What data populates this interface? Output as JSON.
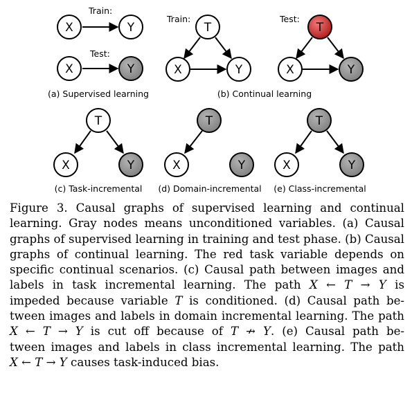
{
  "panels": {
    "a": {
      "train_label": "Train:",
      "test_label": "Test:",
      "caption": "(a) Supervised learning",
      "nodes": {
        "x_train": "X",
        "y_train": "Y",
        "x_test": "X",
        "y_test": "Y"
      }
    },
    "b": {
      "train_label": "Train:",
      "test_label": "Test:",
      "caption": "(b) Continual learning",
      "nodes": {
        "t_train": "T",
        "x_train": "X",
        "y_train": "Y",
        "t_test": "T",
        "x_test": "X",
        "y_test": "Y"
      }
    },
    "c": {
      "caption": "(c) Task-incremental",
      "nodes": {
        "t": "T",
        "x": "X",
        "y": "Y"
      }
    },
    "d": {
      "caption": "(d) Domain-incremental",
      "nodes": {
        "t": "T",
        "x": "X",
        "y": "Y"
      }
    },
    "e": {
      "caption": "(e) Class-incremental",
      "nodes": {
        "t": "T",
        "x": "X",
        "y": "Y"
      }
    }
  },
  "colors": {
    "observed_node": "#ffffff",
    "unconditioned_node": "#9b9b9b",
    "task_variable_node": "#c62a2a",
    "edge": "#000000"
  },
  "caption": {
    "lines": [
      "Figure 3.  Causal graphs of supervised learning and continual",
      "learning. Gray nodes means unconditioned variables. (a) Causal",
      "graphs of supervised learning in training and test phase. (b) Causal",
      "graphs of continual learning.  The red task variable depends on",
      "specific continual scenarios. (c) Causal path between images and",
      "labels in task incremental learning.  The path",
      "impeded because variable",
      "is conditioned.  (d) Causal path be-",
      "tween images and labels in domain incremental learning. The path",
      "is cut off because of",
      ". (e) Causal path be-",
      "tween images and labels in class incremental learning.  The path",
      "causes task-induced bias."
    ],
    "math": {
      "path": "X ← T → Y",
      "path_cut": "X ← T → Y",
      "blocked": "T ↛ Y",
      "path_bias": "X ← T → Y",
      "variable": "T",
      "is": "is"
    }
  }
}
